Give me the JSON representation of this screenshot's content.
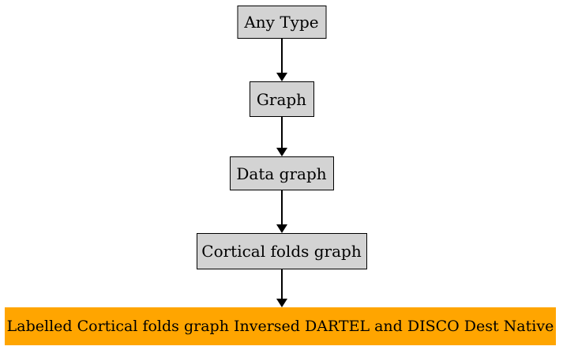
{
  "diagram": {
    "type": "type-hierarchy-flowchart",
    "background_color": "#ffffff",
    "node_fill_color": "#d3d3d3",
    "node_border_color": "#000000",
    "highlight_fill_color": "#ffa500",
    "text_color": "#000000",
    "nodes": [
      {
        "id": "any-type",
        "label": "Any Type"
      },
      {
        "id": "graph",
        "label": "Graph"
      },
      {
        "id": "data-graph",
        "label": "Data graph"
      },
      {
        "id": "cortical-folds-graph",
        "label": "Cortical folds graph"
      },
      {
        "id": "labelled-cortical-folds-graph-inversed-dartel-disco-dest-native",
        "label": "Labelled Cortical folds graph Inversed DARTEL and DISCO Dest Native",
        "fill": "#ffa500"
      }
    ],
    "edges": [
      {
        "from": "Any Type",
        "to": "Graph",
        "arrow": "down"
      },
      {
        "from": "Graph",
        "to": "Data graph",
        "arrow": "down"
      },
      {
        "from": "Data graph",
        "to": "Cortical folds graph",
        "arrow": "down"
      },
      {
        "from": "Cortical folds graph",
        "to": "Labelled Cortical folds graph Inversed DARTEL and DISCO Dest Native",
        "arrow": "down"
      }
    ]
  }
}
